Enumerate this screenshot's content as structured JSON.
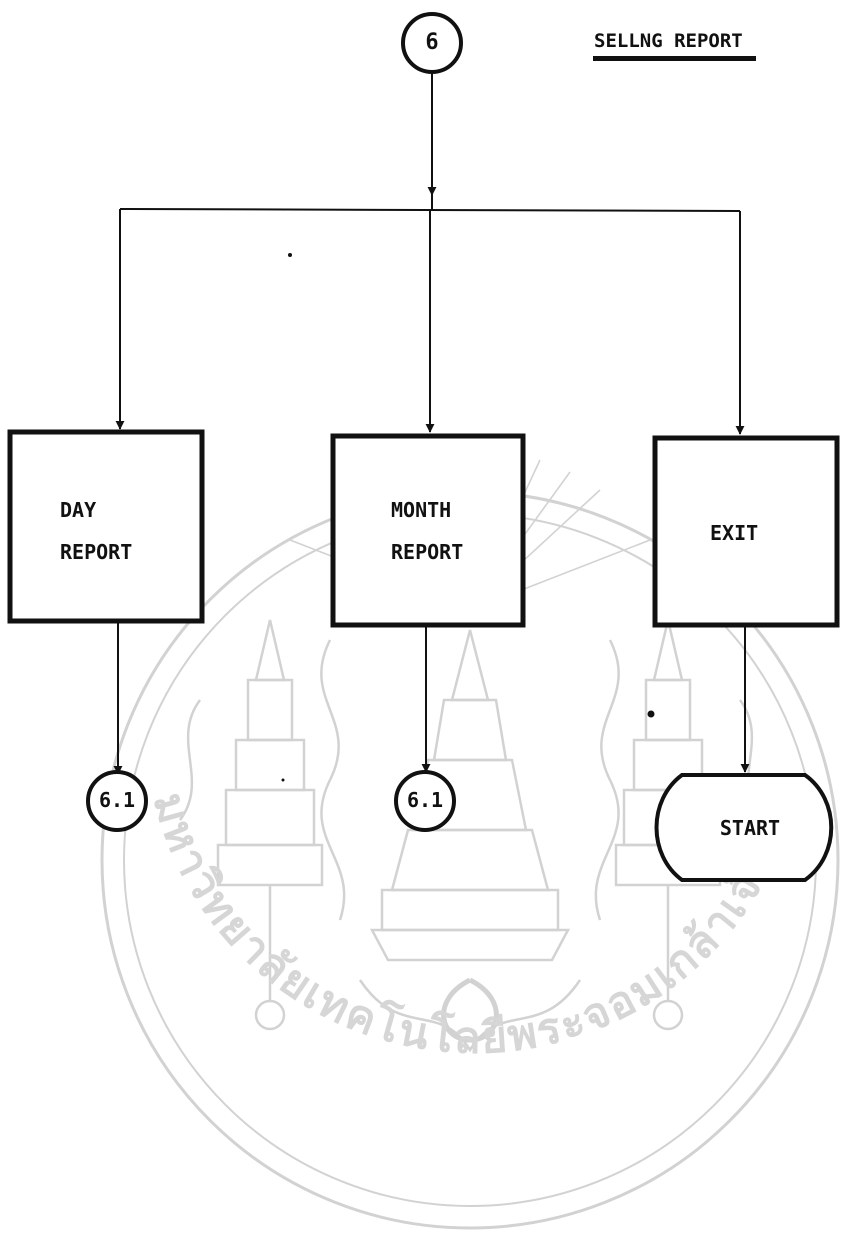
{
  "diagram": {
    "title": "SELLNG REPORT",
    "start_connector": "6",
    "boxes": {
      "day": {
        "line1": "DAY",
        "line2": "REPORT"
      },
      "month": {
        "line1": "MONTH",
        "line2": "REPORT"
      },
      "exit": {
        "label": "EXIT"
      }
    },
    "connectors": {
      "day": "6.1",
      "month": "6.1"
    },
    "terminal": "START"
  },
  "watermark": {
    "description_text": "มหาวิทยาลัยเทคโนโลยีพระจอมเกล้าเจ้าคุณทหารลาดกระบัง"
  },
  "colors": {
    "ink": "#111111",
    "watermark": "#cfcfcf",
    "background": "#ffffff"
  }
}
